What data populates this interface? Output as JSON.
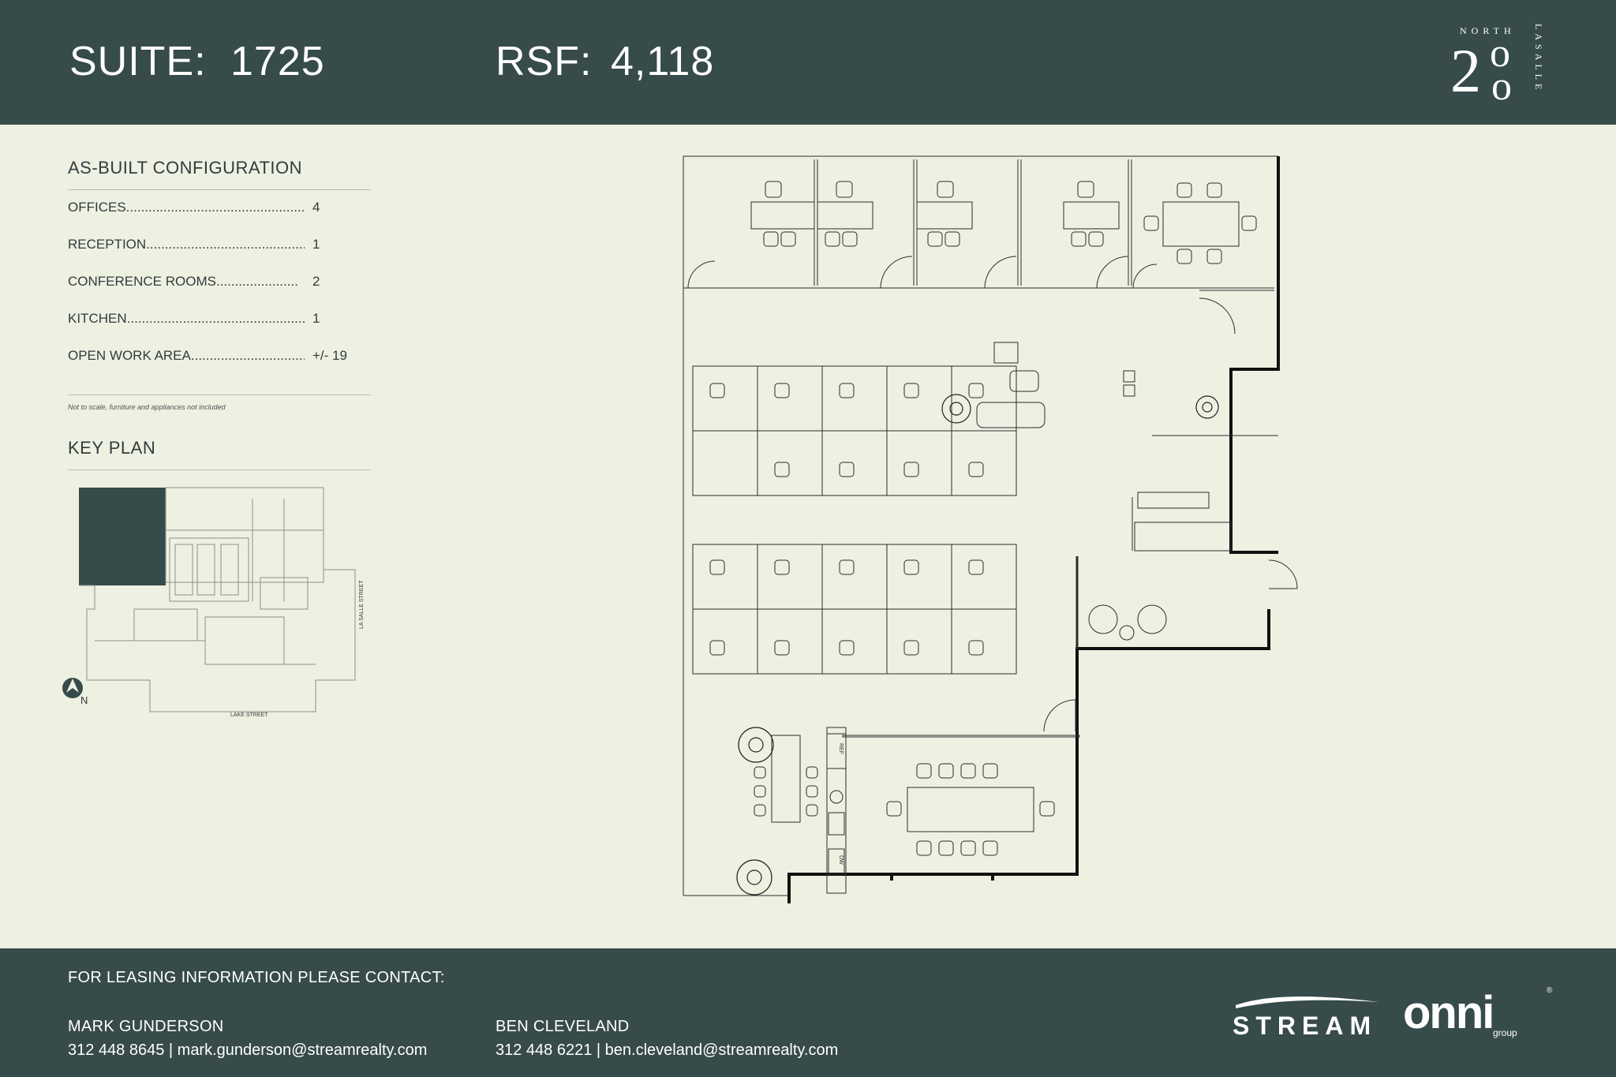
{
  "header": {
    "suite_label": "SUITE:",
    "suite_value": "1725",
    "rsf_label": "RSF:",
    "rsf_value": "4,118"
  },
  "brand": {
    "north": "NORTH",
    "lasalle": "LASALLE",
    "mark_top": "2",
    "mark_mid": "o",
    "mark_bottom": "o"
  },
  "config": {
    "title": "AS-BUILT CONFIGURATION",
    "items": [
      {
        "label": "OFFICES",
        "dots": ".................................................",
        "value": "4"
      },
      {
        "label": "RECEPTION",
        "dots": "...........................................",
        "value": "1"
      },
      {
        "label": "CONFERENCE ROOMS",
        "dots": "......................",
        "value": "2"
      },
      {
        "label": "KITCHEN",
        "dots": "...................................................",
        "value": "1"
      },
      {
        "label": "OPEN WORK AREA",
        "dots": "...............................",
        "value": "+/- 19"
      }
    ],
    "note": "Not to scale, furniture and appliances not included"
  },
  "keyplan": {
    "title": "KEY PLAN",
    "street_east": "LA SALLE STREET",
    "street_south": "LAKE STREET",
    "north_label": "N"
  },
  "floorplan": {
    "fridge_label": "REF",
    "dw_label": "DW"
  },
  "footer": {
    "heading": "FOR LEASING INFORMATION PLEASE CONTACT:",
    "contacts": [
      {
        "name": "MARK GUNDERSON",
        "details": "312 448 8645 | mark.gunderson@streamrealty.com"
      },
      {
        "name": "BEN CLEVELAND",
        "details": "312 448 6221 | ben.cleveland@streamrealty.com"
      }
    ],
    "stream_logo": "STREAM",
    "onni_logo": "onni",
    "onni_sub": "group",
    "onni_reg": "®"
  },
  "colors": {
    "header_bg": "#364b4a",
    "page_bg": "#eef0e2",
    "wall": "#111111",
    "keyplan_suite": "#364b4a"
  }
}
